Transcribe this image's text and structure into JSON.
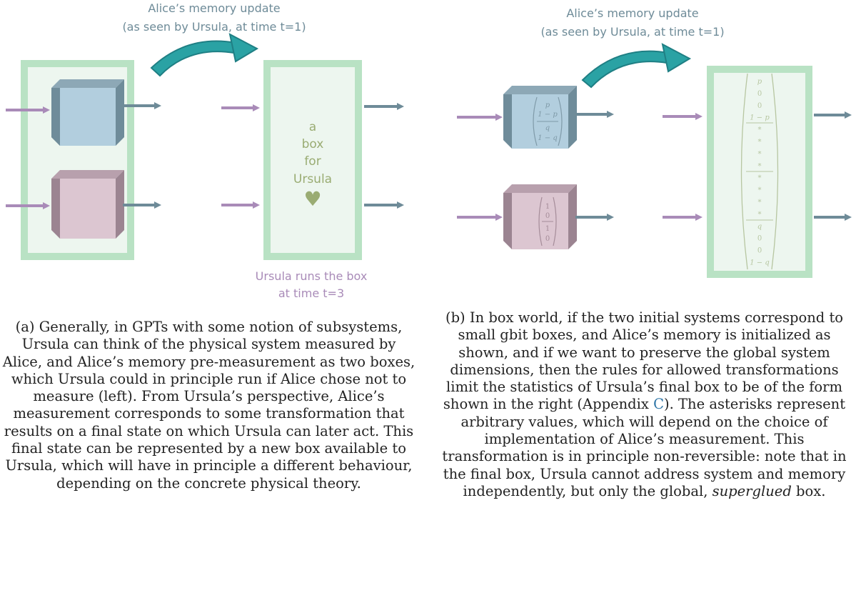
{
  "colors": {
    "arrow_in": "#a98bb8",
    "arrow_out": "#6e8b98",
    "green_frame": "#b9e2c4",
    "green_fill": "#edf6ef",
    "blue_front": "#b2cede",
    "blue_top": "#8da8b6",
    "blue_side": "#6f8c9a",
    "pink_front": "#dcc6d1",
    "pink_top": "#b8a0ad",
    "pink_side": "#9b8491",
    "teal_arrow": "#2aa2a4",
    "title_text": "#6e8b98",
    "olive_text": "#9aac73",
    "purple_text": "#a98bb8",
    "matrix_text": "#b7c6a1"
  },
  "panel_a": {
    "title_line1": "Alice’s memory update",
    "title_line2": "(as seen by Ursula, at time t=1)",
    "box_lines": [
      "a",
      "box",
      "for",
      "Ursula"
    ],
    "heart": "♥",
    "footer_line1": "Ursula runs the box",
    "footer_line2": "at time t=3"
  },
  "panel_b": {
    "title_line1": "Alice’s memory update",
    "title_line2": "(as seen by Ursula, at time t=1)",
    "blue_vector": [
      "p",
      "1 − p",
      "q",
      "1 − q"
    ],
    "pink_vector": [
      "1",
      "0",
      "1",
      "0"
    ],
    "final_vector": [
      "p",
      "0",
      "0",
      "1 − p",
      "*",
      "*",
      "*",
      "*",
      "*",
      "*",
      "*",
      "*",
      "q",
      "0",
      "0",
      "1 − q"
    ]
  },
  "caption_a": "(a) Generally, in GPTs with some notion of subsystems, Ursula can think of the physical system measured by Alice, and Alice’s memory pre-measurement as two boxes, which Ursula could in principle run if Alice chose not to measure (left). From Ursula’s perspective, Alice’s measurement corresponds to some transformation that results on a final state on which Ursula can later act. This final state can be represented by a new box available to Ursula, which will have in principle a different behaviour, depending on the concrete physical theory.",
  "caption_b": {
    "pre": "(b) In box world, if the two initial systems correspond to small gbit boxes, and Alice’s memory is initialized as shown, and if we want to preserve the global system dimensions, then the rules for allowed transformations limit the statistics of Ursula’s final box to be of the form shown in the right (Appendix ",
    "link": "C",
    "mid": "). The asterisks represent arbitrary values, which will depend on the choice of implementation of Alice’s measurement. This transformation is in principle non-reversible: note that in the final box, Ursula cannot address system and memory independently, but only the global, ",
    "emph": "superglued",
    "post": " box."
  }
}
